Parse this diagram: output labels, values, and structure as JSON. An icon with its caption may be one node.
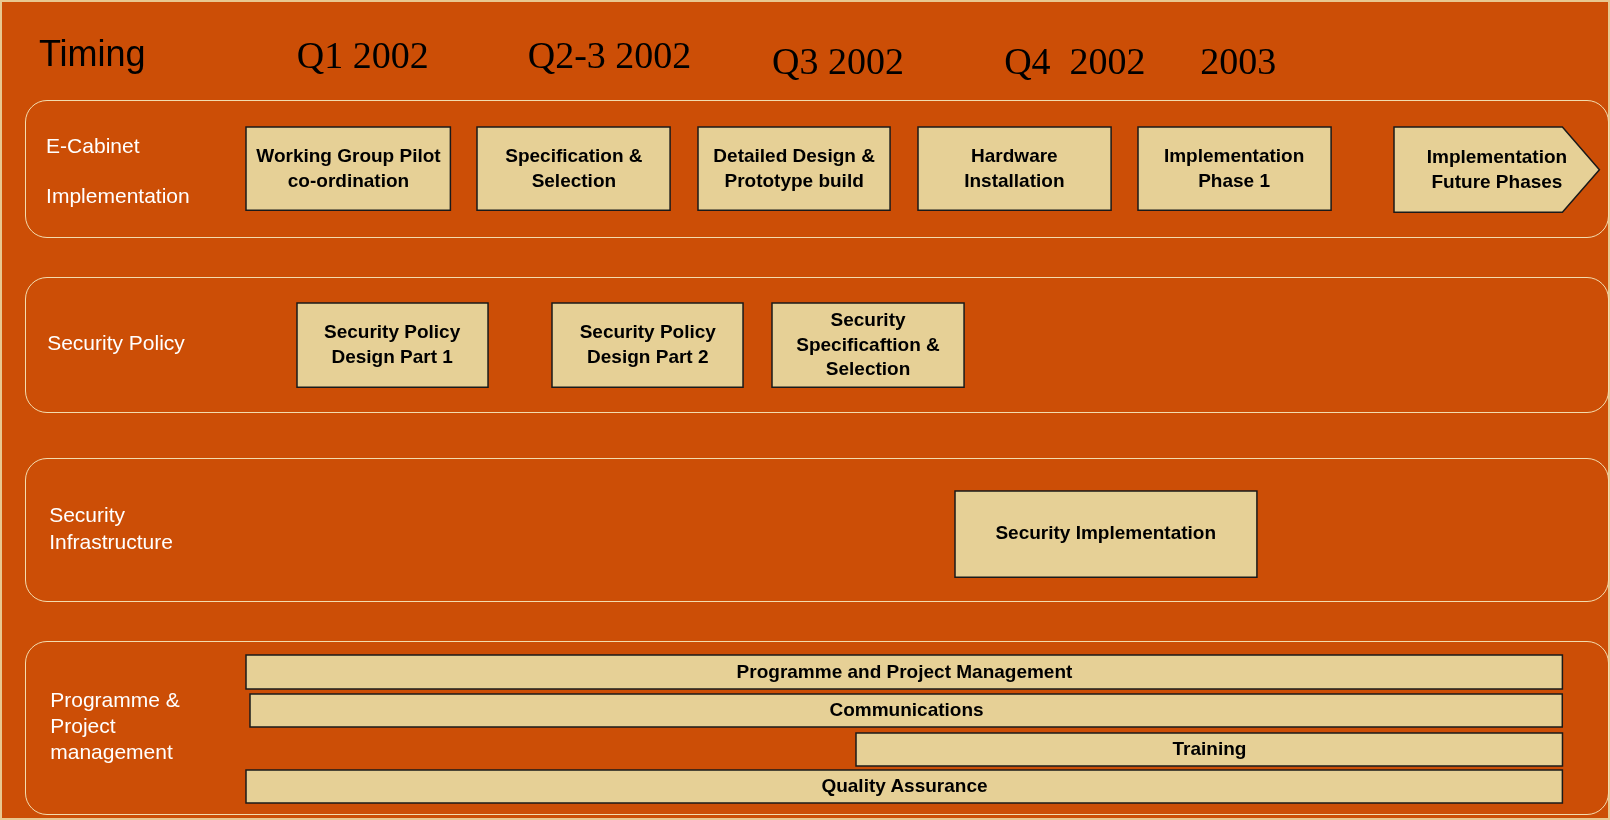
{
  "diagram": {
    "nodes": [
      {
        "text": [
          "E-Cabinet Implementation"
        ]
      },
      {
        "text": [
          "Working Group Pilot co-ordination"
        ],
        "in": 0
      },
      {
        "text": [
          "Specification & Selection"
        ],
        "in": 0
      },
      {
        "text": [
          "Detailed Design & Prototype build"
        ],
        "in": 0
      },
      {
        "text": [
          "Hardware Installation"
        ],
        "in": 0
      },
      {
        "text": [
          "Implementation Phase 1"
        ],
        "in": 0
      },
      {
        "text": [
          "Implementation Future Phases"
        ],
        "in": 0
      },
      {
        "text": [
          "Security Policy"
        ]
      },
      {
        "text": [
          "Security Policy Design Part 1"
        ],
        "in": 7
      },
      {
        "text": [
          "Security Policy Design Part 2"
        ],
        "in": 7
      },
      {
        "text": [
          "Security Specificaftion & Selection"
        ],
        "in": 7
      },
      {
        "text": [
          "Security Infrastructure"
        ]
      },
      {
        "text": [
          "Security Implementation"
        ],
        "in": 11
      },
      {
        "text": [
          "Programme & Project management"
        ]
      },
      {
        "text": [
          "Programme and Project Management"
        ],
        "in": 13
      },
      {
        "text": [
          "Communications"
        ],
        "in": 13
      },
      {
        "text": [
          "Training"
        ],
        "in": 13
      },
      {
        "text": [
          "Quality Assurance"
        ],
        "in": 13
      }
    ],
    "labels": [
      "Timing",
      "Q1 2002",
      "Q2-3 2002",
      "Q3 2002",
      "Q4  2002",
      "2003"
    ]
  }
}
